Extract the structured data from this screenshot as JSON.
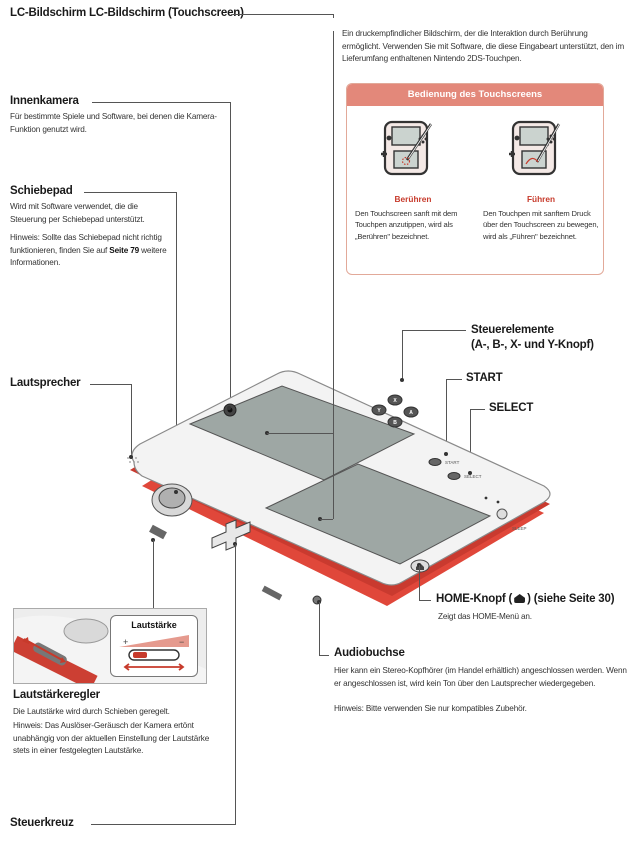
{
  "touchscreen": {
    "heading": "LC-Bildschirm LC-Bildschirm (Touchscreen)",
    "description": "Ein druckempfindlicher Bildschirm, der die Interaktion durch Berührung ermöglicht. Verwenden Sie mit Software, die diese Eingabeart unterstützt, den im Lieferumfang enthaltenen Nintendo 2DS-Touchpen."
  },
  "tips": {
    "title": "Bedienung des Touchscreens",
    "touch_label": "Berühren",
    "touch_text": "Den Touchscreen sanft mit dem Touchpen anzutippen, wird als „Berühren\" bezeichnet.",
    "slide_label": "Führen",
    "slide_text": "Den Touchpen mit sanftem Druck über den Touchscreen zu bewegen, wird als „Führen\" bezeichnet."
  },
  "inner_camera": {
    "heading": "Innenkamera",
    "description": "Für bestimmte Spiele und Software, bei denen die Kamera-Funktion genutzt wird."
  },
  "circle_pad": {
    "heading": "Schiebepad",
    "description": "Wird mit Software verwendet, die die Steuerung per Schiebepad unterstützt.",
    "note_prefix": "Hinweis: Sollte das Schiebepad nicht richtig funktionieren, finden Sie auf ",
    "note_link": "Seite 79",
    "note_suffix": " weitere Informationen."
  },
  "speaker": {
    "heading": "Lautsprecher"
  },
  "controls": {
    "heading_line1": "Steuerelemente",
    "heading_line2": "(A-, B-, X- und Y-Knopf)"
  },
  "start": {
    "heading": "START"
  },
  "select": {
    "heading": "SELECT"
  },
  "home": {
    "heading": "HOME-Knopf (",
    "heading_suffix": ") (siehe Seite 30)",
    "description": "Zeigt das HOME-Menü an."
  },
  "audio": {
    "heading": "Audiobuchse",
    "description": "Hier kann ein Stereo-Kopfhörer (im Handel erhältlich) angeschlossen werden. Wenn er angeschlossen ist, wird kein Ton über den Lautsprecher wiedergegeben.",
    "note": "Hinweis: Bitte verwenden Sie nur kompatibles Zubehör."
  },
  "volume": {
    "inset_label": "Lautstärke",
    "heading": "Lautstärkeregler",
    "description": "Die Lautstärke wird durch Schieben geregelt.",
    "note": "Hinweis: Das Auslöser-Geräusch der Kamera ertönt unabhängig von der aktuellen Einstellung der Lautstärke stets in einer festgelegten Lautstärke."
  },
  "dpad": {
    "heading": "Steuerkreuz"
  },
  "device": {
    "start_label": "START",
    "select_label": "SELECT",
    "sleep_label": "SLEEP",
    "buttons": [
      "X",
      "Y",
      "A",
      "B"
    ]
  }
}
